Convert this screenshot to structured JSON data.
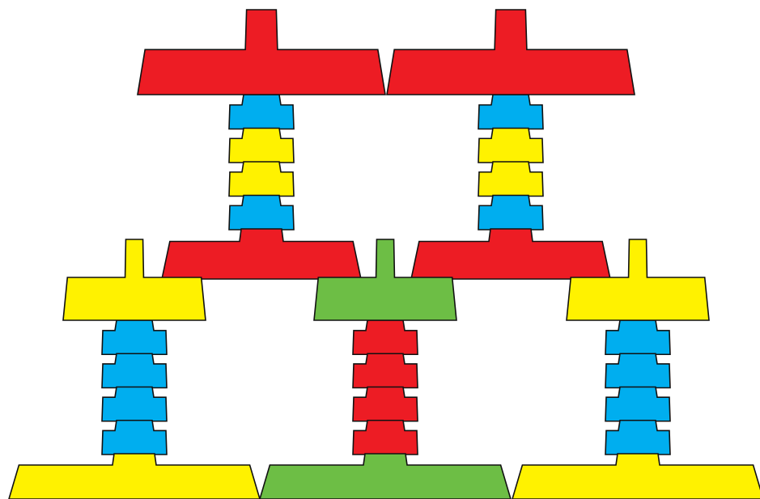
{
  "colors": {
    "red": "#ED1C24",
    "blue": "#00AEEF",
    "yellow": "#FFF200",
    "green": "#6DBE45",
    "outline": "#111111"
  },
  "towers": [
    {
      "name": "top-left-tower",
      "top_t": "red",
      "stack": [
        "blue",
        "yellow",
        "yellow",
        "blue"
      ],
      "base": "red"
    },
    {
      "name": "top-right-tower",
      "top_t": "red",
      "stack": [
        "blue",
        "yellow",
        "yellow",
        "blue"
      ],
      "base": "red"
    },
    {
      "name": "bottom-left-tower",
      "top_t": "yellow",
      "stack": [
        "blue",
        "blue",
        "blue",
        "blue"
      ],
      "base": "yellow"
    },
    {
      "name": "bottom-middle-tower",
      "top_t": "green",
      "stack": [
        "red",
        "red",
        "red",
        "red"
      ],
      "base": "green"
    },
    {
      "name": "bottom-right-tower",
      "top_t": "yellow",
      "stack": [
        "blue",
        "blue",
        "blue",
        "blue"
      ],
      "base": "yellow"
    }
  ]
}
